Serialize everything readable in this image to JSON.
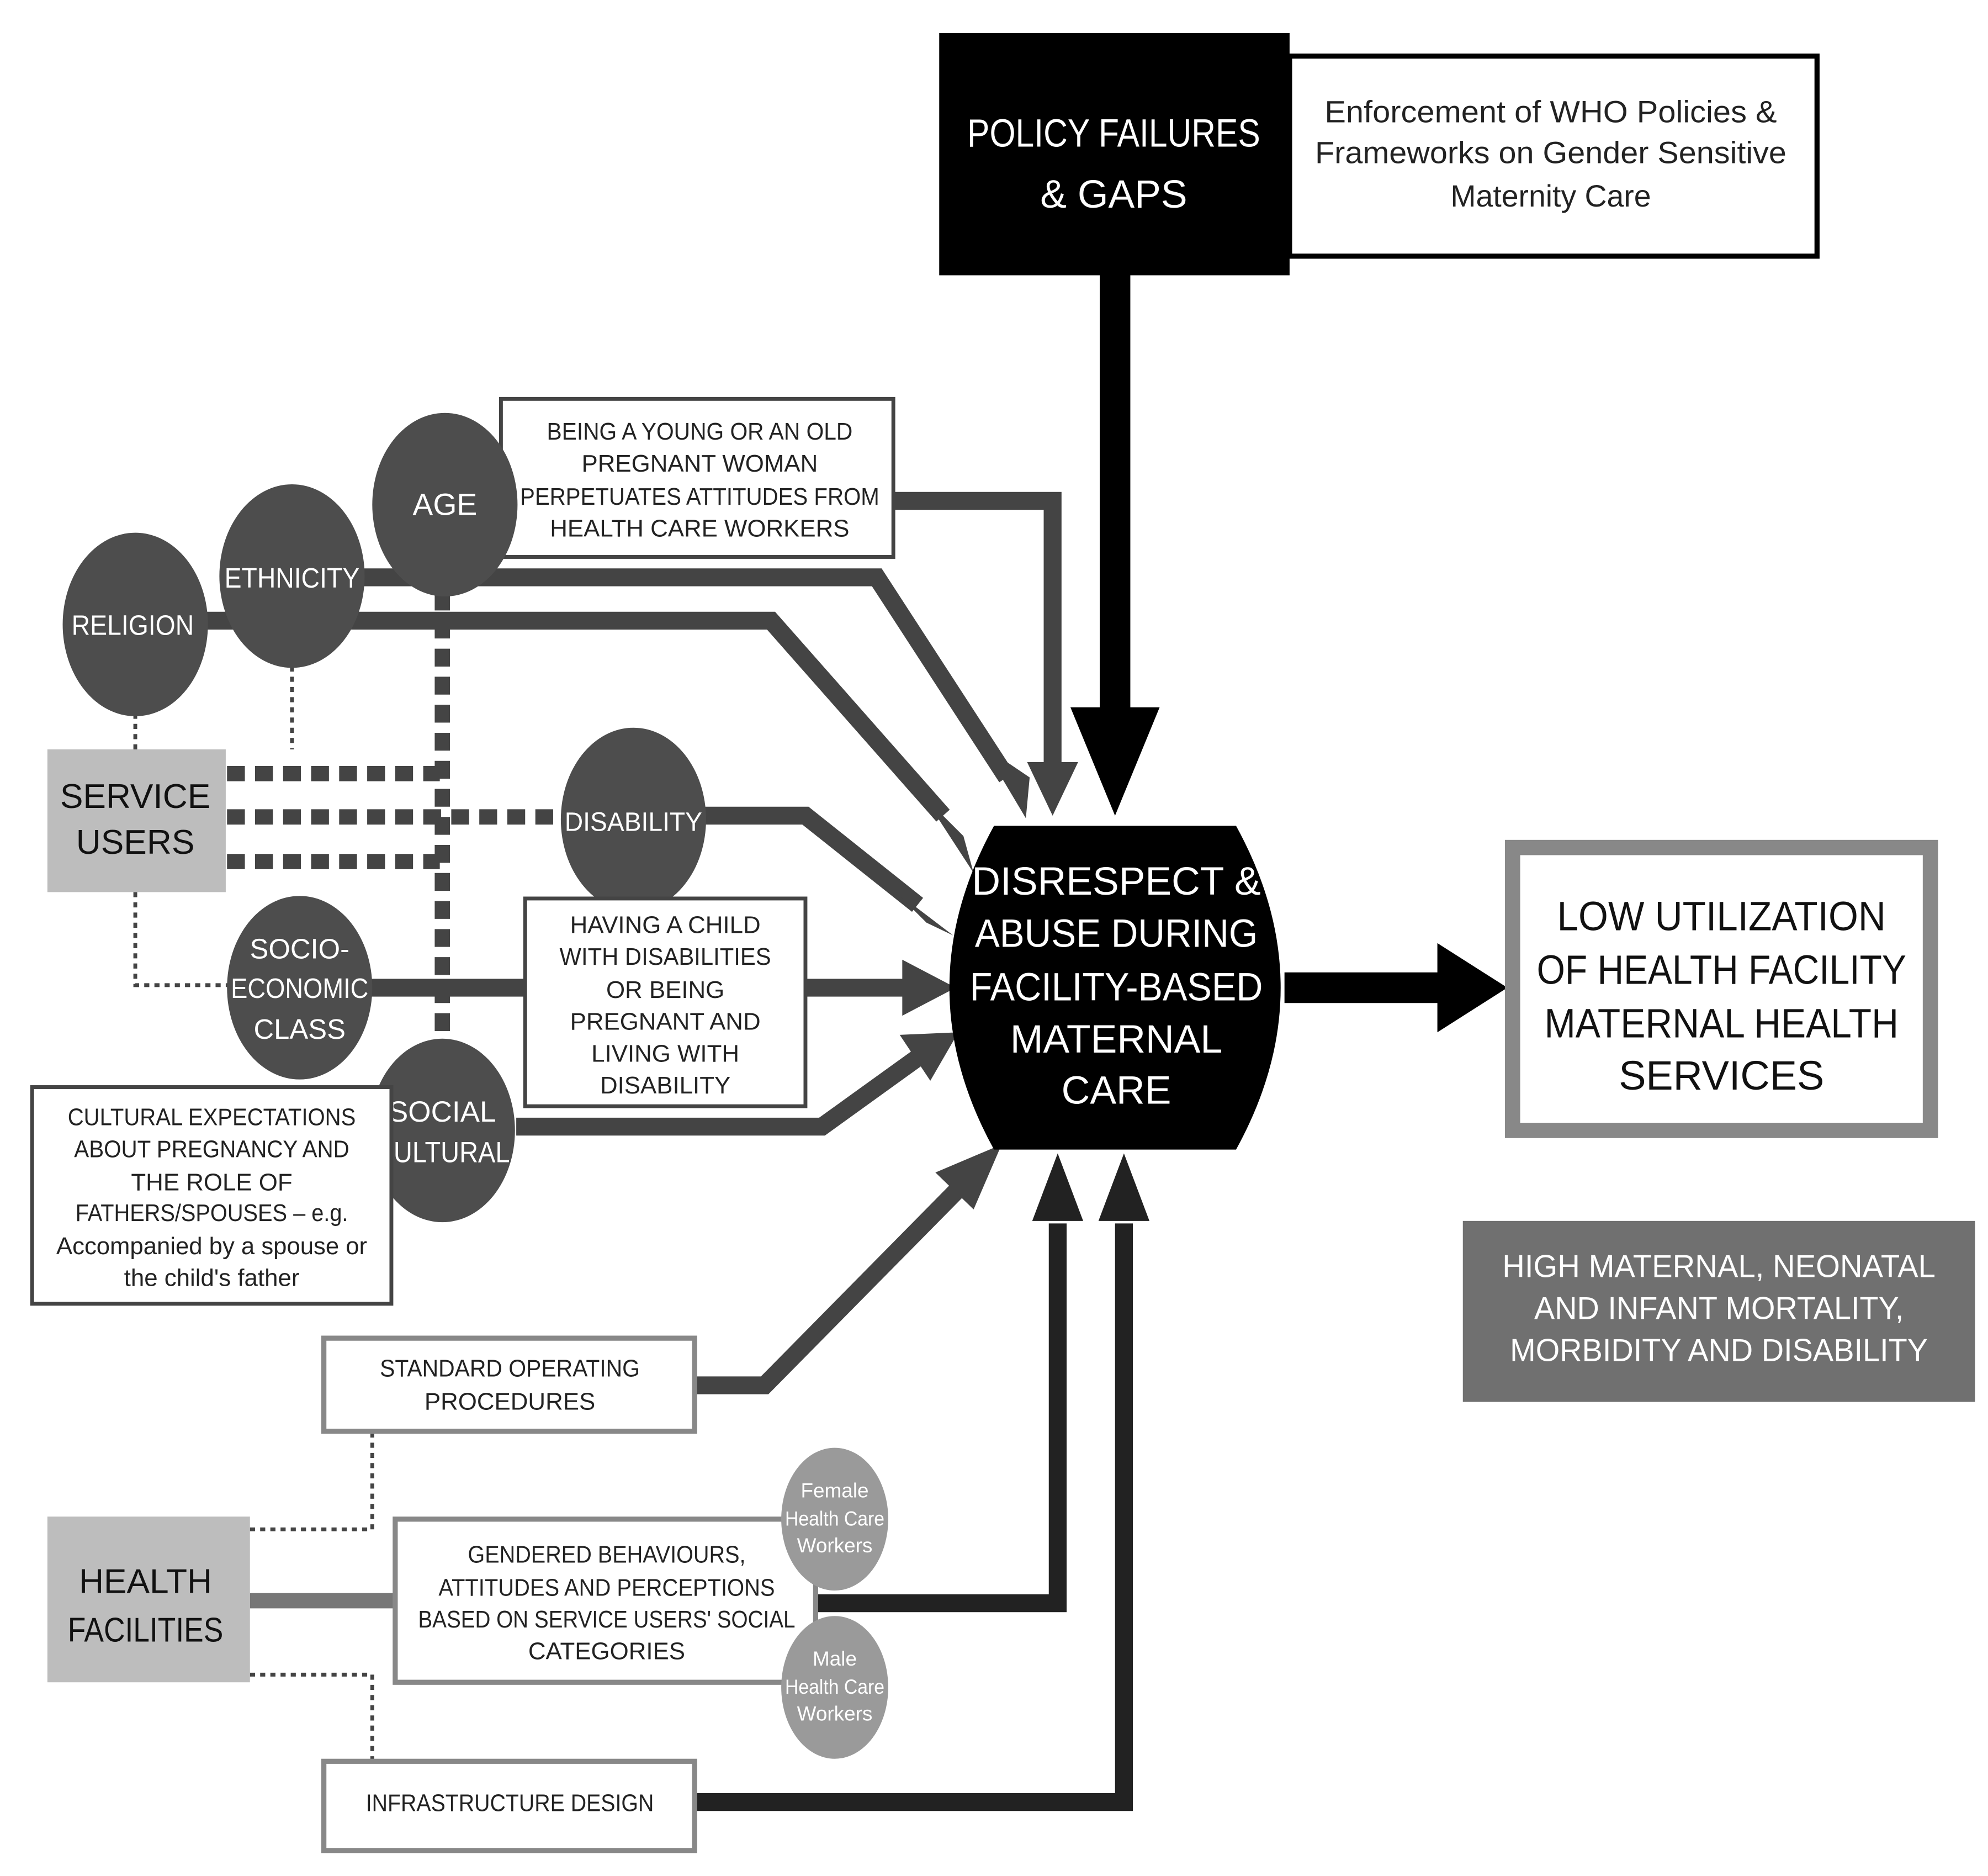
{
  "colors": {
    "black": "#000000",
    "dark_gray": "#444444",
    "mid_gray": "#777777",
    "light_gray": "#bdbdbd",
    "circle_gray": "#4d4d4d",
    "small_circle_gray": "#9a9a9a",
    "outcome_gray": "#707070",
    "white": "#ffffff"
  },
  "policy": {
    "title_line1": "POLICY FAILURES",
    "title_line2": "& GAPS",
    "note_line1": "Enforcement of WHO Policies &",
    "note_line2": "Frameworks on Gender Sensitive",
    "note_line3": "Maternity Care"
  },
  "center": {
    "line1": "DISRESPECT &",
    "line2": "ABUSE DURING",
    "line3": "FACILITY-BASED",
    "line4": "MATERNAL",
    "line5": "CARE"
  },
  "outcome_main": {
    "line1": "LOW UTILIZATION",
    "line2": "OF HEALTH FACILITY",
    "line3": "MATERNAL HEALTH",
    "line4": "SERVICES"
  },
  "outcome_secondary": {
    "line1": "HIGH MATERNAL, NEONATAL",
    "line2": "AND INFANT MORTALITY,",
    "line3": "MORBIDITY AND DISABILITY"
  },
  "service_users": {
    "line1": "SERVICE",
    "line2": "USERS"
  },
  "health_facilities": {
    "line1": "HEALTH",
    "line2": "FACILITIES"
  },
  "circles": {
    "religion": "RELIGION",
    "ethnicity": "ETHNICITY",
    "age": "AGE",
    "disability": "DISABILITY",
    "socio_line1": "SOCIO-",
    "socio_line2": "ECONOMIC",
    "socio_line3": "CLASS",
    "social_line1": "SOCIAL",
    "social_line2": "CULTURAL"
  },
  "boxes": {
    "age_note": {
      "line1": "BEING A YOUNG OR AN OLD",
      "line2": "PREGNANT WOMAN",
      "line3": "PERPETUATES ATTITUDES FROM",
      "line4": "HEALTH CARE WORKERS"
    },
    "disability_note": {
      "line1": "HAVING A CHILD",
      "line2": "WITH DISABILITIES",
      "line3": "OR BEING",
      "line4": "PREGNANT AND",
      "line5": "LIVING WITH",
      "line6": "DISABILITY"
    },
    "cultural_note": {
      "line1": "CULTURAL EXPECTATIONS",
      "line2": "ABOUT PREGNANCY AND",
      "line3": "THE ROLE OF",
      "line4": "FATHERS/SPOUSES – e.g.",
      "line5": "Accompanied by a spouse or",
      "line6": "the child's father"
    },
    "sop": {
      "line1": "STANDARD OPERATING",
      "line2": "PROCEDURES"
    },
    "gendered": {
      "line1": "GENDERED BEHAVIOURS,",
      "line2": "ATTITUDES AND PERCEPTIONS",
      "line3": "BASED ON SERVICE USERS' SOCIAL",
      "line4": "CATEGORIES"
    },
    "infrastructure": "INFRASTRUCTURE DESIGN"
  },
  "workers": {
    "female_line1": "Female",
    "female_line2": "Health Care",
    "female_line3": "Workers",
    "male_line1": "Male",
    "male_line2": "Health Care",
    "male_line3": "Workers"
  }
}
